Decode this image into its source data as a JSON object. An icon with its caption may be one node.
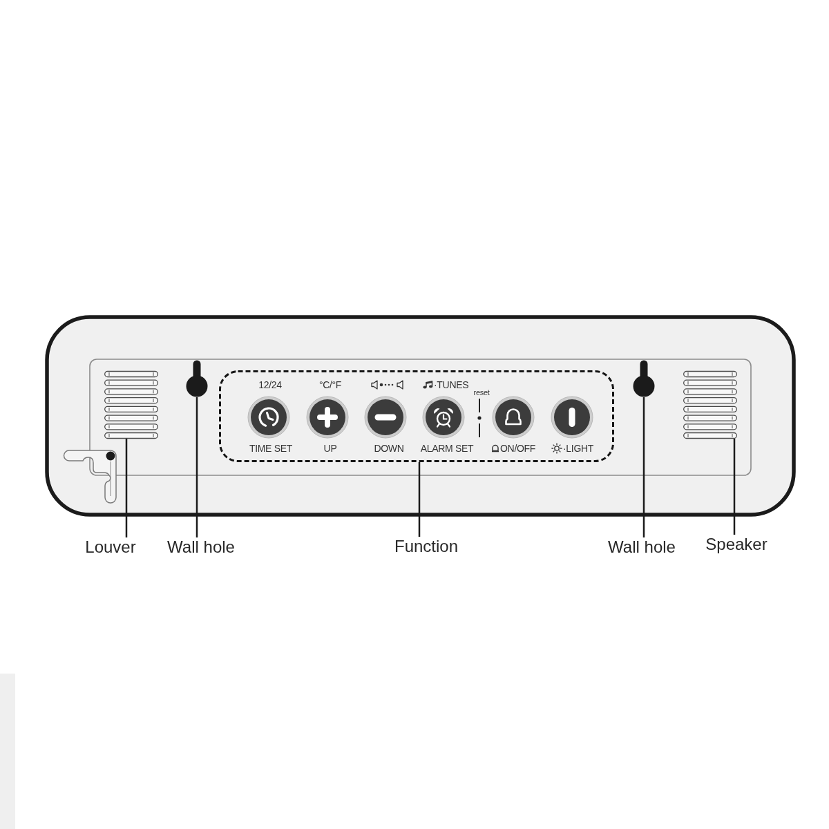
{
  "diagram": {
    "nodes": [
      {
        "text": [],
        "shape": "picture"
      },
      {
        "text": [],
        "shape": "circle"
      },
      {
        "text": [],
        "shape": "box"
      },
      {
        "text": [],
        "shape": "circle"
      },
      {
        "text": [],
        "shape": "picture"
      },
      {
        "text": [
          "Louver"
        ]
      },
      {
        "text": [
          "Wall hole"
        ]
      },
      {
        "text": [
          "Function"
        ]
      },
      {
        "text": [
          "Wall hole"
        ]
      },
      {
        "text": [
          "Speaker"
        ]
      }
    ],
    "edges": [
      {
        "from": 5,
        "to": 0,
        "arrow": "none"
      },
      {
        "from": 6,
        "to": 1,
        "arrow": "none"
      },
      {
        "from": 7,
        "to": 2,
        "arrow": "none"
      },
      {
        "from": 8,
        "to": 3,
        "arrow": "none"
      },
      {
        "from": 9,
        "to": 4,
        "arrow": "none"
      }
    ],
    "labels": [
      "12/24",
      "°C/°F",
      "·TUNES",
      "reset",
      "TIME SET",
      "UP",
      "DOWN",
      "ALARM SET",
      "ON/OFF",
      "·LIGHT"
    ]
  }
}
